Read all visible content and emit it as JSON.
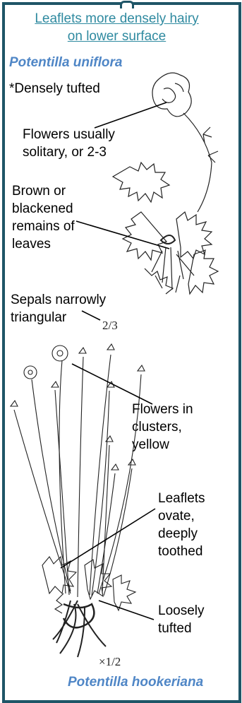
{
  "heading": {
    "line1": "Leaflets more densely hairy",
    "line2": "on lower surface"
  },
  "species_top": "Potentilla uniflora",
  "species_bottom": "Potentilla hookeriana",
  "notes": {
    "tufted": "*Densely tufted",
    "flowers_solitary_1": "Flowers usually",
    "flowers_solitary_2": "solitary, or 2-3",
    "brown_1": "Brown or",
    "brown_2": "blackened",
    "brown_3": "remains of",
    "brown_4": "leaves",
    "sepals_1": "Sepals narrowly",
    "sepals_2": "triangular",
    "clusters_1": "Flowers in",
    "clusters_2": "clusters,",
    "clusters_3": "yellow",
    "leaflets_1": "Leaflets",
    "leaflets_2": "ovate,",
    "leaflets_3": "deeply",
    "leaflets_4": "toothed",
    "loose_1": "Loosely",
    "loose_2": "tufted"
  },
  "scale_top": "2/3",
  "scale_bottom": "×1/2",
  "colors": {
    "frame": "#1f5567",
    "heading": "#2f8aa0",
    "species": "#4f86c6"
  }
}
